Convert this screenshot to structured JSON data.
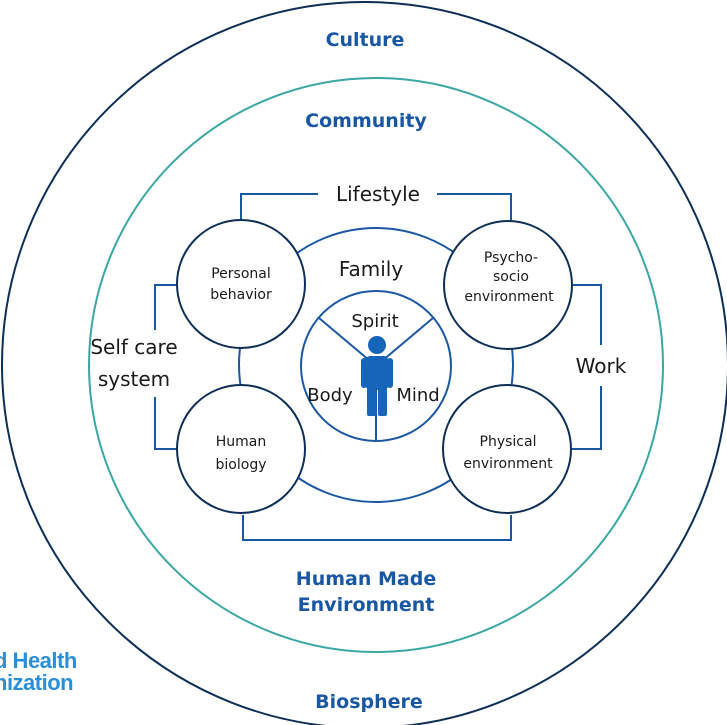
{
  "rings": {
    "outer_label": "Culture",
    "middle_label": "Community",
    "bottom_middle_label": "Human Made Environment",
    "bottom_middle_lines": [
      "Human Made",
      "Environment"
    ],
    "bottom_outer_label": "Biosphere"
  },
  "connectors": {
    "top": "Lifestyle",
    "left_lines": [
      "Self care",
      "system"
    ],
    "right": "Work"
  },
  "family_label": "Family",
  "core": {
    "top": "Spirit",
    "left": "Body",
    "right": "Mind"
  },
  "nodes": {
    "personal_behavior": [
      "Personal",
      "behavior"
    ],
    "psycho_socio": [
      "Psycho-",
      "socio",
      "environment"
    ],
    "human_biology": [
      "Human",
      "biology"
    ],
    "physical_environment": [
      "Physical",
      "environment"
    ]
  },
  "logo_lines": [
    "d Health",
    "nization"
  ],
  "colors": {
    "outer_ring": "#0d2f57",
    "teal_ring": "#3aa7a4",
    "blue": "#1a57a3",
    "person": "#1565b8"
  }
}
